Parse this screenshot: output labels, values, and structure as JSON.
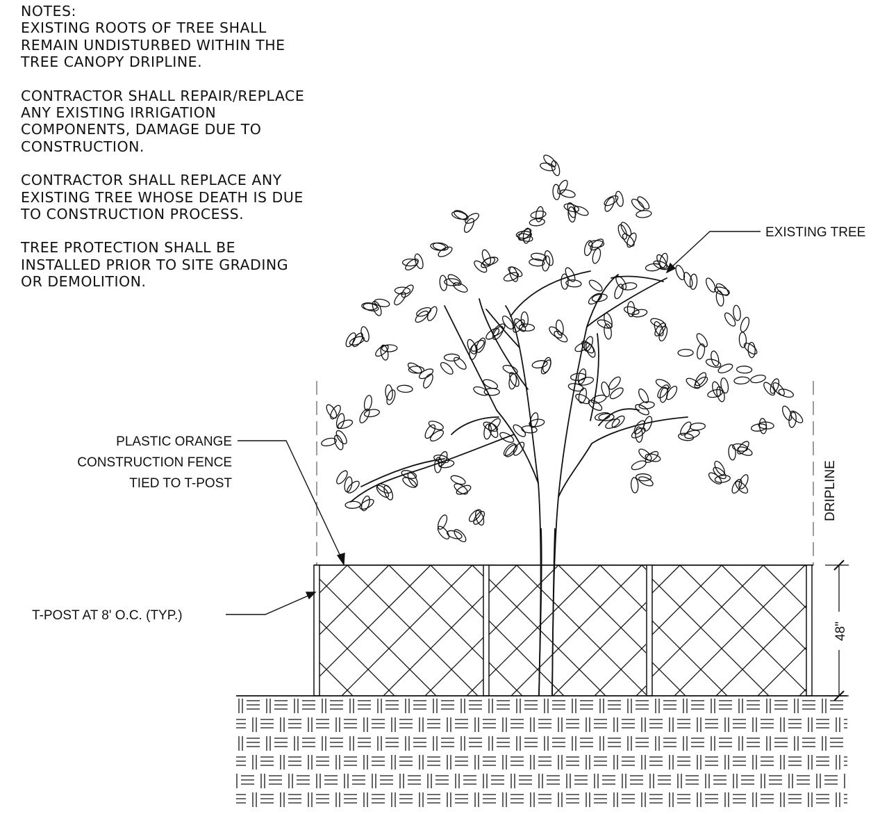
{
  "notes": {
    "heading": "NOTES:",
    "paragraphs": [
      [
        "EXISTING ROOTS OF TREE SHALL",
        "REMAIN UNDISTURBED WITHIN THE",
        "TREE CANOPY DRIPLINE."
      ],
      [
        "CONTRACTOR SHALL REPAIR/REPLACE",
        "ANY EXISTING IRRIGATION",
        "COMPONENTS, DAMAGE DUE TO",
        "CONSTRUCTION."
      ],
      [
        "CONTRACTOR SHALL REPLACE ANY",
        "EXISTING TREE WHOSE DEATH IS DUE",
        "TO CONSTRUCTION PROCESS."
      ],
      [
        "TREE PROTECTION SHALL BE",
        "INSTALLED PRIOR TO SITE GRADING",
        "OR DEMOLITION."
      ]
    ]
  },
  "labels": {
    "existing_tree": "EXISTING TREE",
    "fence": [
      "PLASTIC ORANGE",
      "CONSTRUCTION FENCE",
      "TIED TO T-POST"
    ],
    "tpost": "T-POST AT 8' O.C. (TYP.)",
    "dripline": "DRIPLINE",
    "height": "48\""
  }
}
